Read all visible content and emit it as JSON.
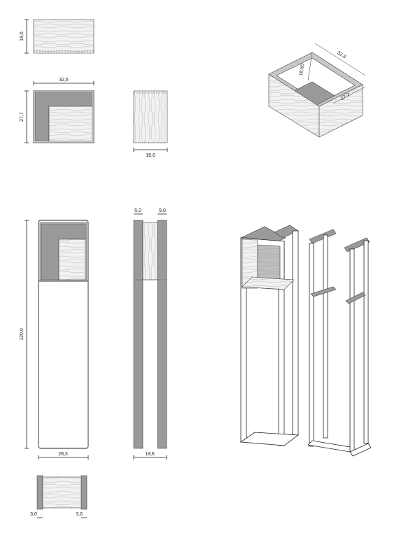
{
  "dimensions": {
    "box_height": "18,6",
    "box_width": "32,6",
    "box_depth": "27,7",
    "side_width": "18,6",
    "iso_height": "18,60",
    "iso_width": "32,6",
    "iso_depth": "27,7",
    "leg_left": "5,0",
    "leg_right": "5,0",
    "total_height": "120,0",
    "front_width": "28,3",
    "side_depth": "18,6",
    "top_left": "3,0",
    "top_right": "3,0"
  },
  "colors": {
    "shade": "#9a9a9a",
    "light_shade": "#c8c8c8",
    "line": "#222222"
  }
}
